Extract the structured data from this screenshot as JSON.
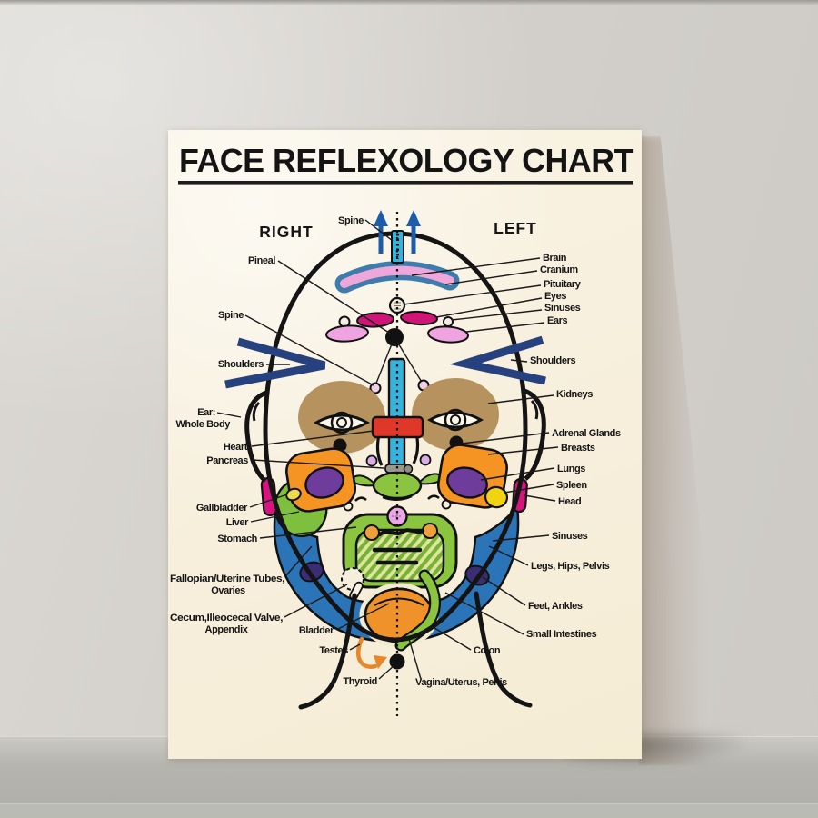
{
  "poster": {
    "title": "FACE REFLEXOLOGY CHART",
    "headers": {
      "left_side": "RIGHT",
      "right_side": "LEFT"
    },
    "labels": {
      "spine_top": "Spine",
      "pineal": "Pineal",
      "spine": "Spine",
      "shoulders_left": "Shoulders",
      "ear_whole_body_1": "Ear:",
      "ear_whole_body_2": "Whole Body",
      "heart": "Heart",
      "pancreas": "Pancreas",
      "gallbladder": "Gallbladder",
      "liver": "Liver",
      "stomach": "Stomach",
      "fallopian_1": "Fallopian/Uterine Tubes,",
      "fallopian_2": "Ovaries",
      "cecum_1": "Cecum,Illeocecal Valve,",
      "cecum_2": "Appendix",
      "bladder": "Bladder",
      "testes": "Testes",
      "thyroid": "Thyroid",
      "brain": "Brain",
      "cranium": "Cranium",
      "pituitary": "Pituitary",
      "eyes": "Eyes",
      "sinuses_upper": "Sinuses",
      "ears": "Ears",
      "shoulders_right": "Shoulders",
      "kidneys": "Kidneys",
      "adrenal_glands": "Adrenal Glands",
      "breasts": "Breasts",
      "lungs": "Lungs",
      "spleen": "Spleen",
      "head": "Head",
      "sinuses_lower": "Sinuses",
      "legs_hips_pelvis": "Legs, Hips, Pelvis",
      "feet_ankles": "Feet, Ankles",
      "small_intestines": "Small Intestines",
      "colon": "Colon",
      "vagina_uterus_penis": "Vagina/Uterus, Penis"
    },
    "colors": {
      "poster_bg": "#f7f0de",
      "title_ink": "#1d1d1d",
      "outline_ink": "#141414",
      "spine_teal": "#35b3dc",
      "arrow_blue": "#1d5cab",
      "shoulder_navy": "#27417f",
      "cranium_blue": "#3d7cab",
      "brain_pink": "#efa6da",
      "eye_magenta": "#cf1677",
      "ear_pink": "#efa3e1",
      "kidney_tan": "#b6925e",
      "heart_red": "#df382b",
      "breast_orange": "#f59422",
      "lung_purple": "#6e3d9c",
      "head_magenta": "#d6157e",
      "spleen_yellow": "#f2d312",
      "liver_green": "#7fbf3e",
      "face_blue": "#2b74b8",
      "stomach_green": "#8bc43f",
      "ovary_purple": "#3b2d74",
      "bladder_orange": "#f0922a",
      "testes_arrow": "#e8872a",
      "wall_gray": "#d3d0cb",
      "floor_gray": "#b3b1ab"
    }
  }
}
